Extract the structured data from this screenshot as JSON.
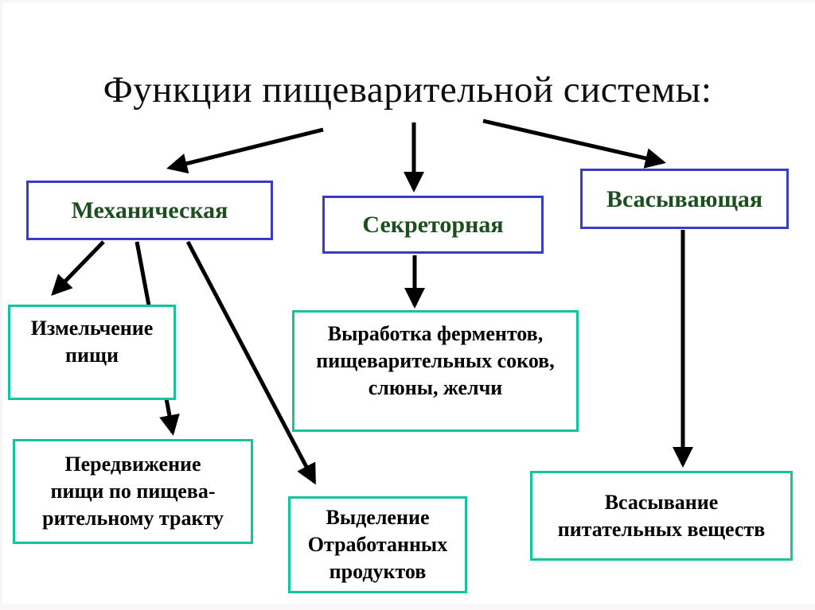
{
  "title": "Функции пищеварительной системы:",
  "colors": {
    "background": "#ffffff",
    "primary_box_border": "#3a3ac9",
    "secondary_box_border": "#12c59b",
    "primary_label_text": "#1c4e1f",
    "secondary_label_text": "#000000",
    "arrow": "#000000"
  },
  "functions": [
    {
      "label": "Механическая"
    },
    {
      "label": "Секреторная"
    },
    {
      "label": "Всасывающая"
    }
  ],
  "details": [
    {
      "label": "Измельчение\nпищи",
      "parent": "Механическая"
    },
    {
      "label": "Передвижение\nпищи по пищева-\nрительному тракту",
      "parent": "Механическая"
    },
    {
      "label": "Выделение\nОтработанных\nпродуктов",
      "parent": "Механическая"
    },
    {
      "label": "Выработка ферментов,\nпищеварительных соков,\nслюны, желчи",
      "parent": "Секреторная"
    },
    {
      "label": "Всасывание\nпитательных веществ",
      "parent": "Всасывающая"
    }
  ]
}
